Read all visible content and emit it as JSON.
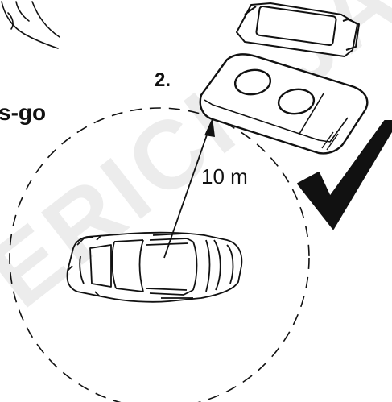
{
  "step": {
    "number": "2."
  },
  "range": {
    "distance": "10 m"
  },
  "side_text": "s-go",
  "watermark": {
    "text": "ERICH JAEGER",
    "color": "#ececec"
  },
  "colors": {
    "ink": "#111111",
    "background": "#ffffff"
  },
  "icons": {
    "confirmation": "checkmark-icon"
  }
}
